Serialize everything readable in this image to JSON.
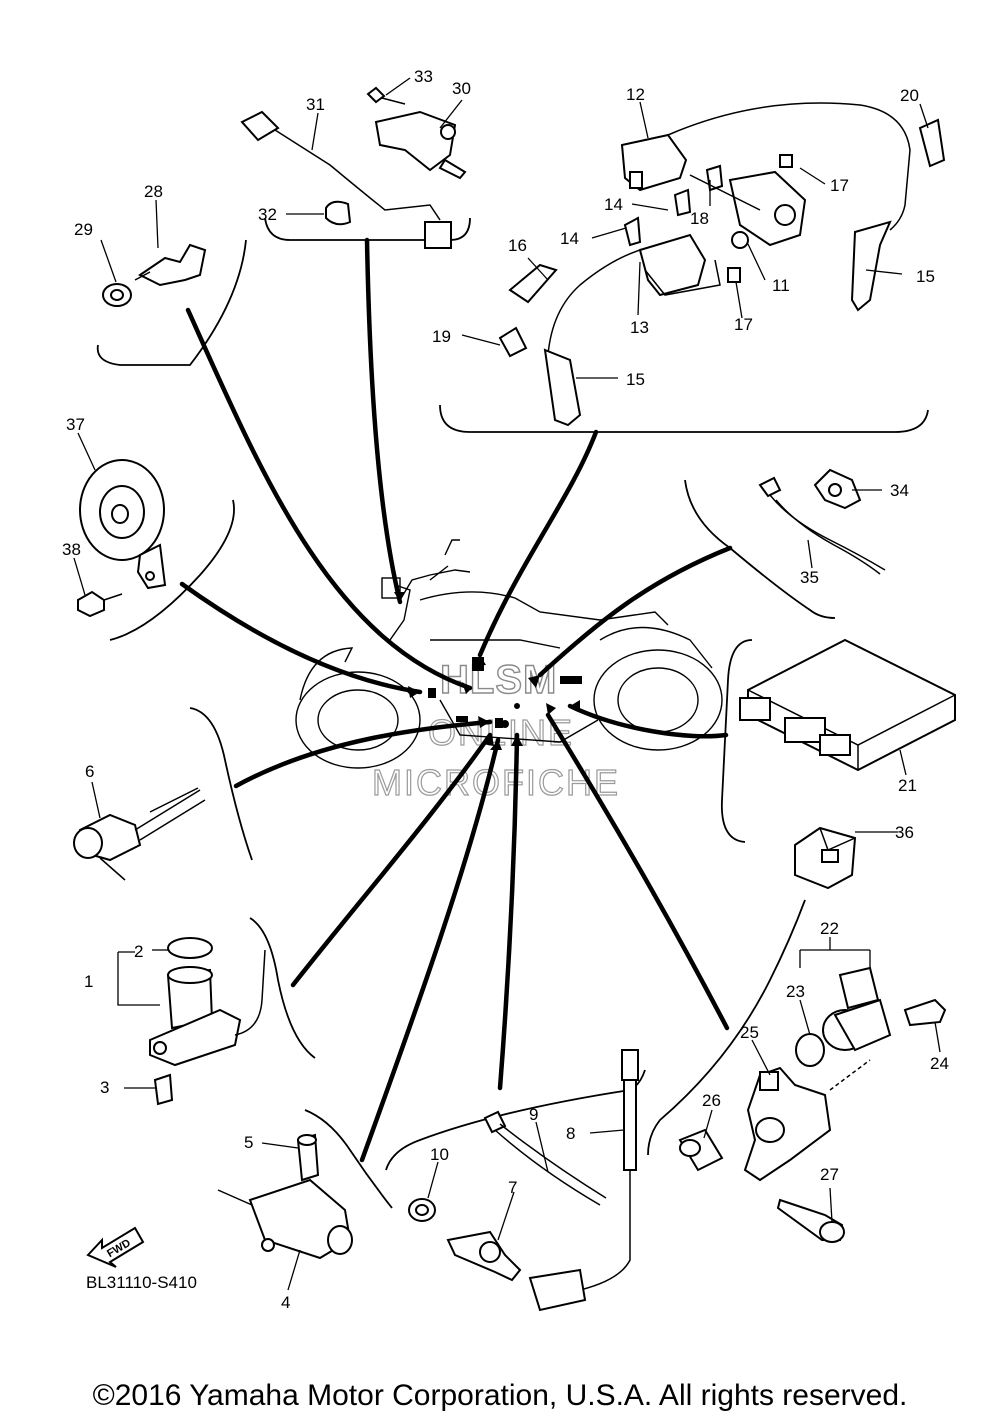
{
  "diagram": {
    "code": "BL31110-S410",
    "fwd_label": "FWD",
    "copyright": "©2016 Yamaha Motor Corporation, U.S.A. All rights reserved.",
    "watermark": {
      "line1": "HLSM",
      "line2": "ONLINE",
      "line3": "MICROFICHE"
    },
    "callouts": [
      "1",
      "2",
      "3",
      "4",
      "5",
      "6",
      "7",
      "8",
      "9",
      "10",
      "11",
      "12",
      "13",
      "14",
      "15",
      "16",
      "17",
      "18",
      "19",
      "20",
      "21",
      "22",
      "23",
      "24",
      "25",
      "26",
      "27",
      "28",
      "29",
      "30",
      "31",
      "32",
      "33",
      "34",
      "35",
      "36",
      "37",
      "38"
    ]
  }
}
